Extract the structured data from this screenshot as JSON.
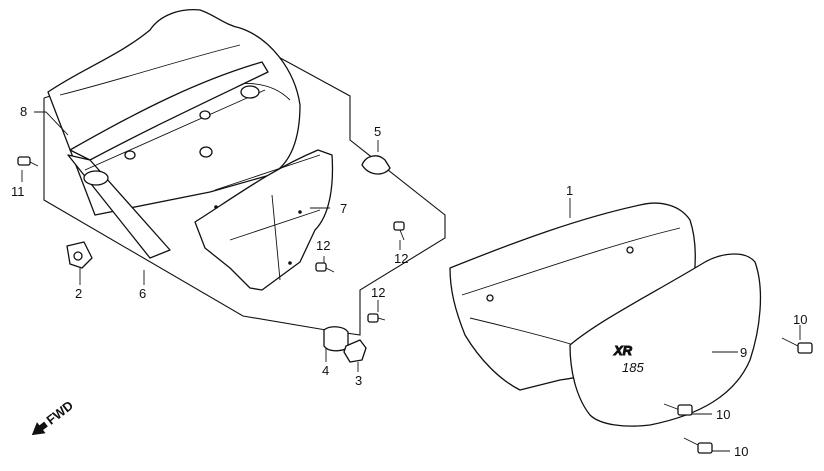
{
  "callouts": {
    "c1": "1",
    "c2": "2",
    "c3": "3",
    "c4": "4",
    "c5": "5",
    "c6": "6",
    "c7": "7",
    "c8": "8",
    "c9": "9",
    "c10a": "10",
    "c10b": "10",
    "c10c": "10",
    "c11": "11",
    "c12a": "12",
    "c12b": "12",
    "c12c": "12"
  },
  "decal": {
    "model": "XR",
    "size": "185"
  },
  "fwd_label": "FWD"
}
